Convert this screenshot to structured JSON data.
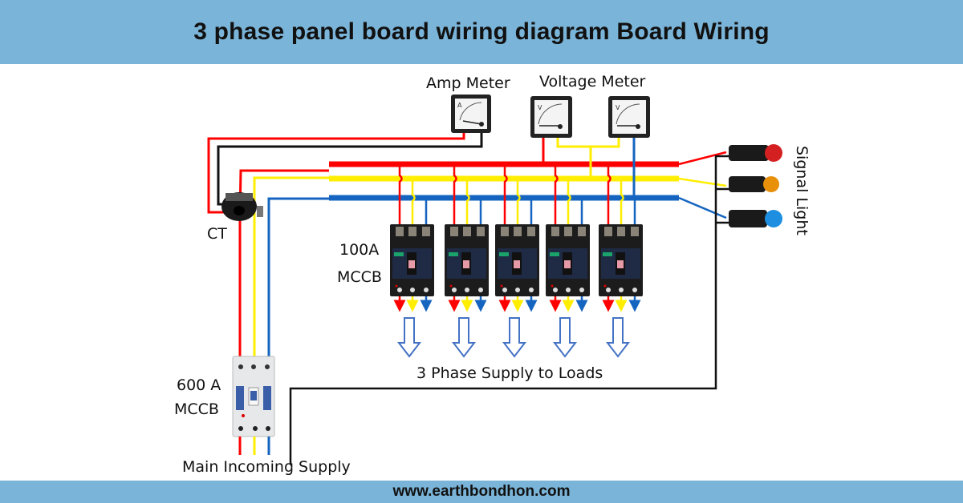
{
  "header": {
    "title": "3 phase panel board wiring diagram Board Wiring"
  },
  "footer": {
    "website": "www.earthbondhon.com"
  },
  "colors": {
    "banner": "#7ab4d8",
    "phase_red": "#ff0000",
    "phase_yellow": "#ffee00",
    "phase_blue": "#1565c0",
    "neutral_black": "#111111",
    "load_arrow": "#4472c4"
  },
  "labels": {
    "amp_meter": "Amp Meter",
    "voltage_meter": "Voltage Meter",
    "ct": "CT",
    "mccb_100_line1": "100A",
    "mccb_100_line2": "MCCB",
    "mccb_600_line1": "600 A",
    "mccb_600_line2": "MCCB",
    "loads": "3 Phase Supply to Loads",
    "main_supply": "Main Incoming Supply",
    "signal_light": "Signal Light"
  },
  "meters": {
    "amp_symbol": "A",
    "volt_symbol": "V"
  },
  "mccb_100": {
    "count": 5,
    "rating": "100"
  },
  "signal_lights": [
    "red",
    "amber",
    "blue"
  ]
}
